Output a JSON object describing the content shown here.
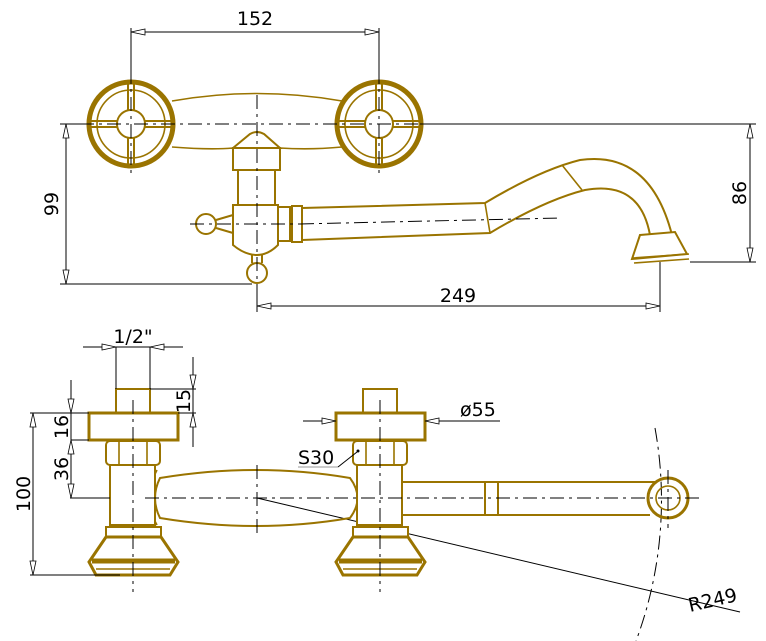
{
  "drawing": {
    "line_color": "#9a7400",
    "top_view": {
      "handle_spacing": "152",
      "height_to_handles": "99",
      "spout_height": "86",
      "spout_reach": "249"
    },
    "front_view": {
      "thread_size": "1/2\"",
      "thread_length": "15",
      "flange_height": "16",
      "nut_height": "36",
      "overall_height": "100",
      "wrench_size": "S30",
      "flange_diameter": "ø55",
      "swing_radius": "R249"
    }
  }
}
